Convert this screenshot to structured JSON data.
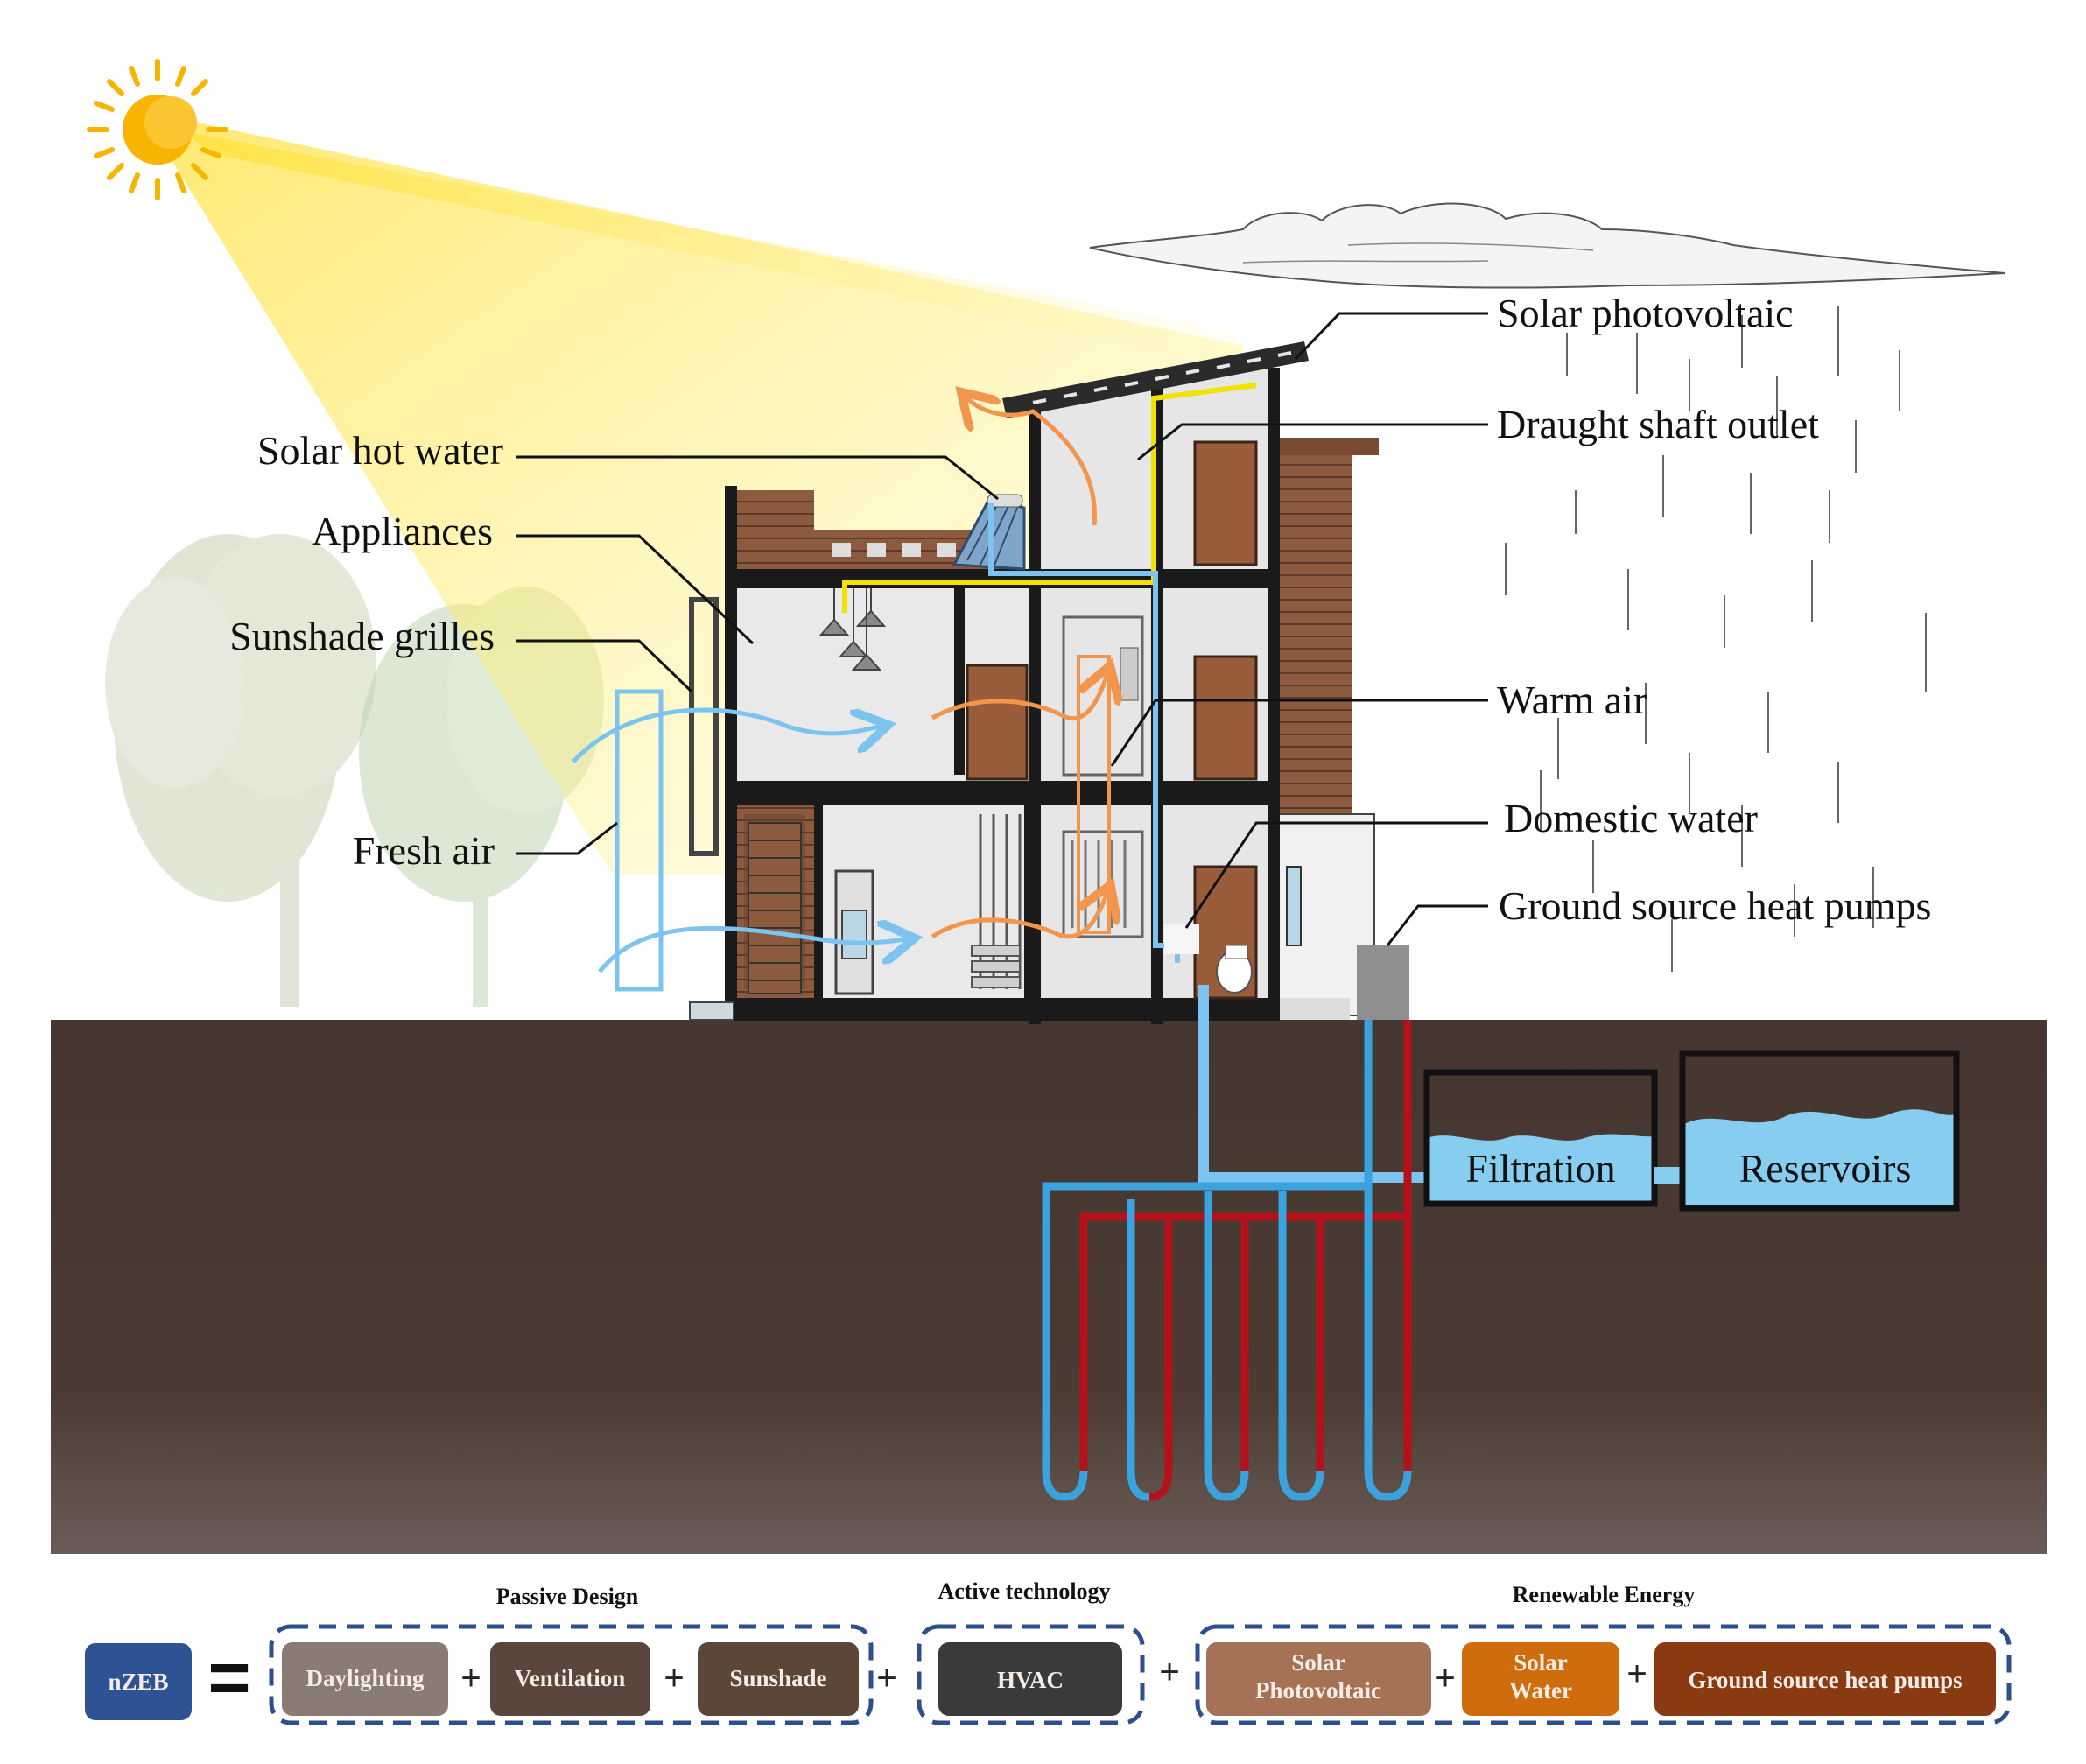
{
  "labels": {
    "solar_hot_water": "Solar hot water",
    "appliances": "Appliances",
    "sunshade_grilles": "Sunshade grilles",
    "fresh_air": "Fresh air",
    "solar_photovoltaic": "Solar photovoltaic",
    "draught_shaft_outlet": "Draught shaft outlet",
    "warm_air": "Warm air",
    "domestic_water": "Domestic water",
    "ground_source_heat_pumps": "Ground source heat pumps",
    "filtration": "Filtration",
    "reservoirs": "Reservoirs"
  },
  "equation": {
    "lhs": "nZEB",
    "equals": "=",
    "plus": "+",
    "groups": {
      "passive": {
        "title": "Passive Design",
        "items": [
          "Daylighting",
          "Ventilation",
          "Sunshade"
        ]
      },
      "active": {
        "title": "Active technology",
        "items": [
          "HVAC"
        ]
      },
      "renewable": {
        "title": "Renewable Energy",
        "items": [
          "Solar\nPhotovoltaic",
          "Solar\nWater",
          "Ground source heat pumps"
        ]
      }
    }
  },
  "colors": {
    "sun": "#f7b500",
    "ray": "#fff06a",
    "ground": "#4a3a33",
    "fresh_air": "#7cc4ef",
    "warm_air": "#f2964d",
    "cold_pipe": "#3aa3de",
    "hot_pipe": "#b3121a",
    "water": "#86cdf0",
    "wall_dark": "#1a1a1a",
    "brick": "#8e5a3e",
    "nzeb_box": "#2e5293",
    "daylighting_box": "#8a7b73",
    "ventilation_box": "#5a463c",
    "sunshade_box": "#5c4638",
    "hvac_box": "#3a3a3a",
    "solar_pv_box": "#a57256",
    "solar_water_box": "#cf6d0e",
    "gshp_box": "#8a3a10",
    "group_border": "#2e4f8e"
  }
}
